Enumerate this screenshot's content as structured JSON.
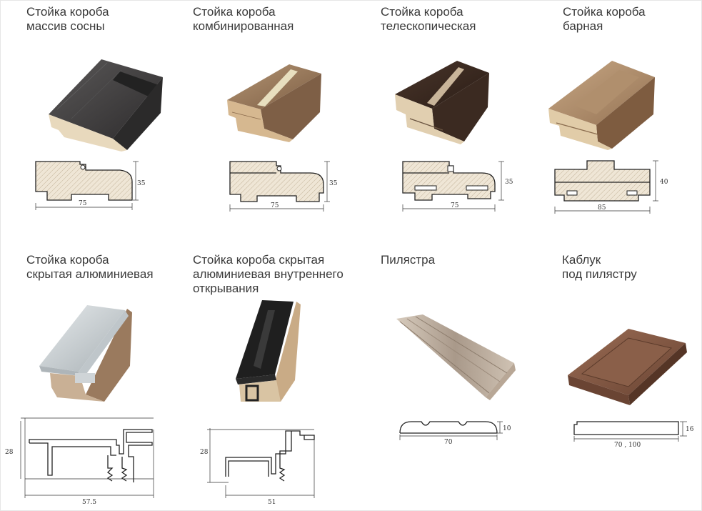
{
  "items": [
    {
      "title": "Стойка короба\nмассив сосны",
      "width": "75",
      "height": "35"
    },
    {
      "title": "Стойка короба\nкомбинированная",
      "width": "75",
      "height": "35"
    },
    {
      "title": "Стойка короба\nтелескопическая",
      "width": "75",
      "height": "35"
    },
    {
      "title": "Стойка короба\nбарная",
      "width": "85",
      "height": "40"
    },
    {
      "title": "Стойка короба\nскрытая алюминиевая",
      "width": "57.5",
      "height": "28"
    },
    {
      "title": "Стойка короба скрытая\nалюминиевая внутреннего\nоткрывания",
      "width": "51",
      "height": "28"
    },
    {
      "title": "Пилястра",
      "width": "70",
      "height": "10"
    },
    {
      "title": "Каблук\nпод пилястру",
      "width": "70 , 100",
      "height": "16"
    }
  ],
  "colors": {
    "dark_wood": "#3c3a3b",
    "light_wood": "#e6d5b8",
    "oak": "#9a7a5c",
    "walnut": "#7a5540",
    "aluminium": "#c9cfd2",
    "black_profile": "#1d1d1d"
  }
}
